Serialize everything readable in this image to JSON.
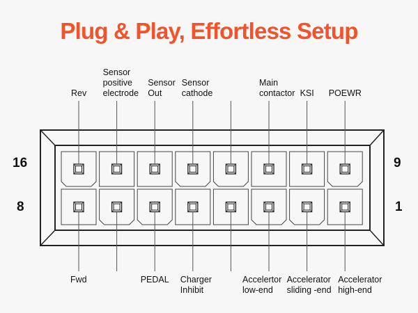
{
  "title": "Plug & Play, Effortless Setup",
  "colors": {
    "title": "#f2532a",
    "background": "#f7f7f7",
    "line": "#222222"
  },
  "connector": {
    "pin_count": 16,
    "columns": 8,
    "row_labels": {
      "top_left": "16",
      "top_right": "9",
      "bottom_left": "8",
      "bottom_right": "1"
    },
    "top_row_pins": [
      {
        "label": "Rev",
        "chamfered": true
      },
      {
        "label": "Sensor\npositive\nelectrode",
        "chamfered": false
      },
      {
        "label": "Sensor\nOut",
        "chamfered": false
      },
      {
        "label": "Sensor\ncathode",
        "chamfered": true
      },
      {
        "label": "",
        "chamfered": true
      },
      {
        "label": "Main\ncontactor",
        "chamfered": false
      },
      {
        "label": "KSI",
        "chamfered": false
      },
      {
        "label": "POEWR",
        "chamfered": true
      }
    ],
    "bottom_row_pins": [
      {
        "label": "Fwd",
        "chamfered": false
      },
      {
        "label": "",
        "chamfered": true
      },
      {
        "label": "PEDAL",
        "chamfered": true
      },
      {
        "label": "Charger\nInhibit",
        "chamfered": false
      },
      {
        "label": "",
        "chamfered": false
      },
      {
        "label": "Accelertor\nlow-end",
        "chamfered": true
      },
      {
        "label": "Accelerator\nsliding -end",
        "chamfered": true
      },
      {
        "label": "Accelerator\nhigh-end",
        "chamfered": false
      }
    ]
  }
}
